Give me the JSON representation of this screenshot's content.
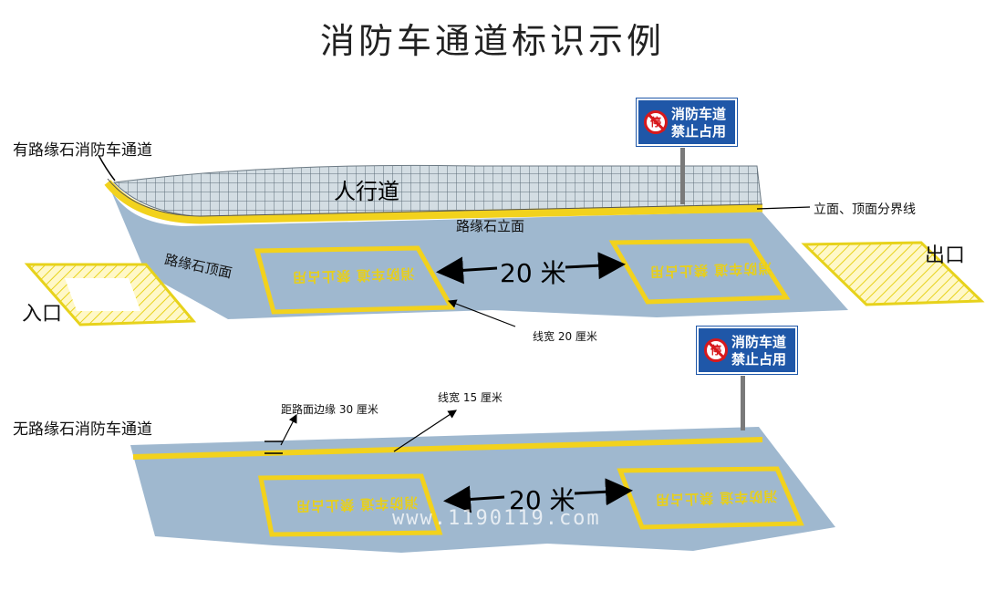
{
  "title": "消防车通道标识示例",
  "labels": {
    "with_curb": "有路缘石消防车通道",
    "sidewalk": "人行道",
    "curb_face": "路缘石立面",
    "curb_top": "路缘石顶面",
    "boundary_line": "立面、顶面分界线",
    "distance_top": "20 米",
    "line_width_20": "线宽 20 厘米",
    "entrance": "入口",
    "exit": "出口",
    "without_curb": "无路缘石消防车通道",
    "edge_distance": "距路面边缘 30 厘米",
    "line_width_15": "线宽 15 厘米",
    "distance_bottom": "20 米",
    "watermark": "www.1190119.com"
  },
  "sign": {
    "line1": "消防车道",
    "line2": "禁止占用",
    "symbol": "停"
  },
  "box_text": "消防车道",
  "box_text2": "禁止占用",
  "colors": {
    "road": "#9fb8cf",
    "yellow": "#f2d21d",
    "sign_blue": "#1f57a8",
    "sidewalk": "#c7d3db",
    "prohibit_red": "#d7191c"
  }
}
